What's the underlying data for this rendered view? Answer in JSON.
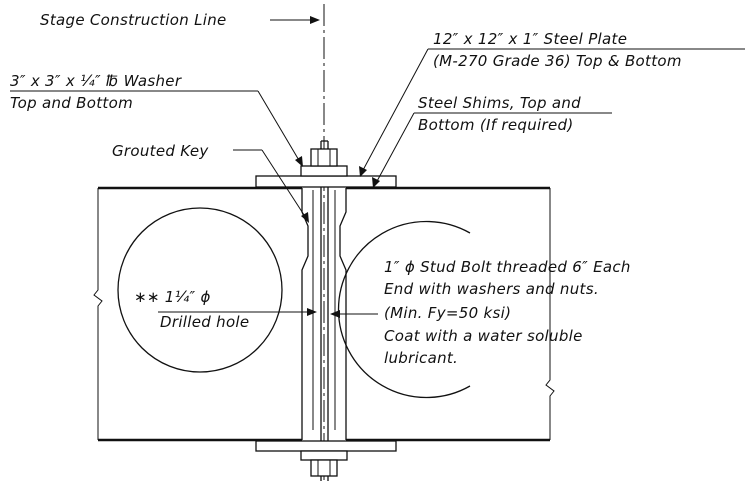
{
  "labels": {
    "stage_line": "Stage Construction Line",
    "steel_plate_1": "12″ x 12″ x 1″ Steel Plate",
    "steel_plate_2": "(M-270 Grade 36) Top & Bottom",
    "washer_1": "3″ x 3″ x ¼″ ℔ Washer",
    "washer_2": "Top and Bottom",
    "shims_1": "Steel Shims, Top and",
    "shims_2": "Bottom (If required)",
    "grouted_key": "Grouted Key",
    "hole_1": "∗∗ 1¼″ ϕ",
    "hole_2": "Drilled hole",
    "bolt_1": "1″ ϕ Stud Bolt threaded 6″ Each",
    "bolt_2": "End with washers and nuts.",
    "bolt_3": "(Min. Fy=50 ksi)",
    "bolt_4": "Coat with a water soluble",
    "bolt_5": "lubricant."
  }
}
